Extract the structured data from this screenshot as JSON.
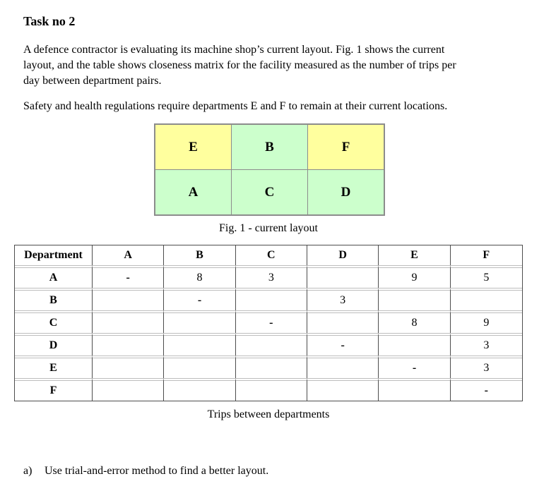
{
  "document": {
    "title": "Task no 2",
    "intro_lines": [
      "A defence contractor is evaluating its machine shop’s current layout. Fig. 1 shows the current",
      "layout, and the table shows closeness matrix for the facility measured as the number of trips per",
      "day between department pairs."
    ],
    "note": "Safety and health regulations require departments E and F to remain at their current locations.",
    "task": {
      "label": "a)",
      "text": "Use trial-and-error method to find a better layout."
    }
  },
  "figure": {
    "caption": "Fig. 1 - current layout",
    "colors": {
      "fixed_cell": "#FFFF9E",
      "movable_cell": "#CCFFCC",
      "grid_border": "#8C8C8C"
    },
    "grid": {
      "rows": [
        [
          {
            "label": "E",
            "fixed": true
          },
          {
            "label": "B",
            "fixed": false
          },
          {
            "label": "F",
            "fixed": true
          }
        ],
        [
          {
            "label": "A",
            "fixed": false
          },
          {
            "label": "C",
            "fixed": false
          },
          {
            "label": "D",
            "fixed": false
          }
        ]
      ]
    }
  },
  "matrix": {
    "caption": "Trips between departments",
    "headers": [
      "Department",
      "A",
      "B",
      "C",
      "D",
      "E",
      "F"
    ],
    "rows": [
      {
        "label": "A",
        "cells": [
          "-",
          "8",
          "3",
          "",
          "9",
          "5"
        ]
      },
      {
        "label": "B",
        "cells": [
          "",
          "-",
          "",
          "3",
          "",
          ""
        ]
      },
      {
        "label": "C",
        "cells": [
          "",
          "",
          "-",
          "",
          "8",
          "9"
        ]
      },
      {
        "label": "D",
        "cells": [
          "",
          "",
          "",
          "-",
          "",
          "3"
        ]
      },
      {
        "label": "E",
        "cells": [
          "",
          "",
          "",
          "",
          "-",
          "3"
        ]
      },
      {
        "label": "F",
        "cells": [
          "",
          "",
          "",
          "",
          "",
          "-"
        ]
      }
    ]
  }
}
